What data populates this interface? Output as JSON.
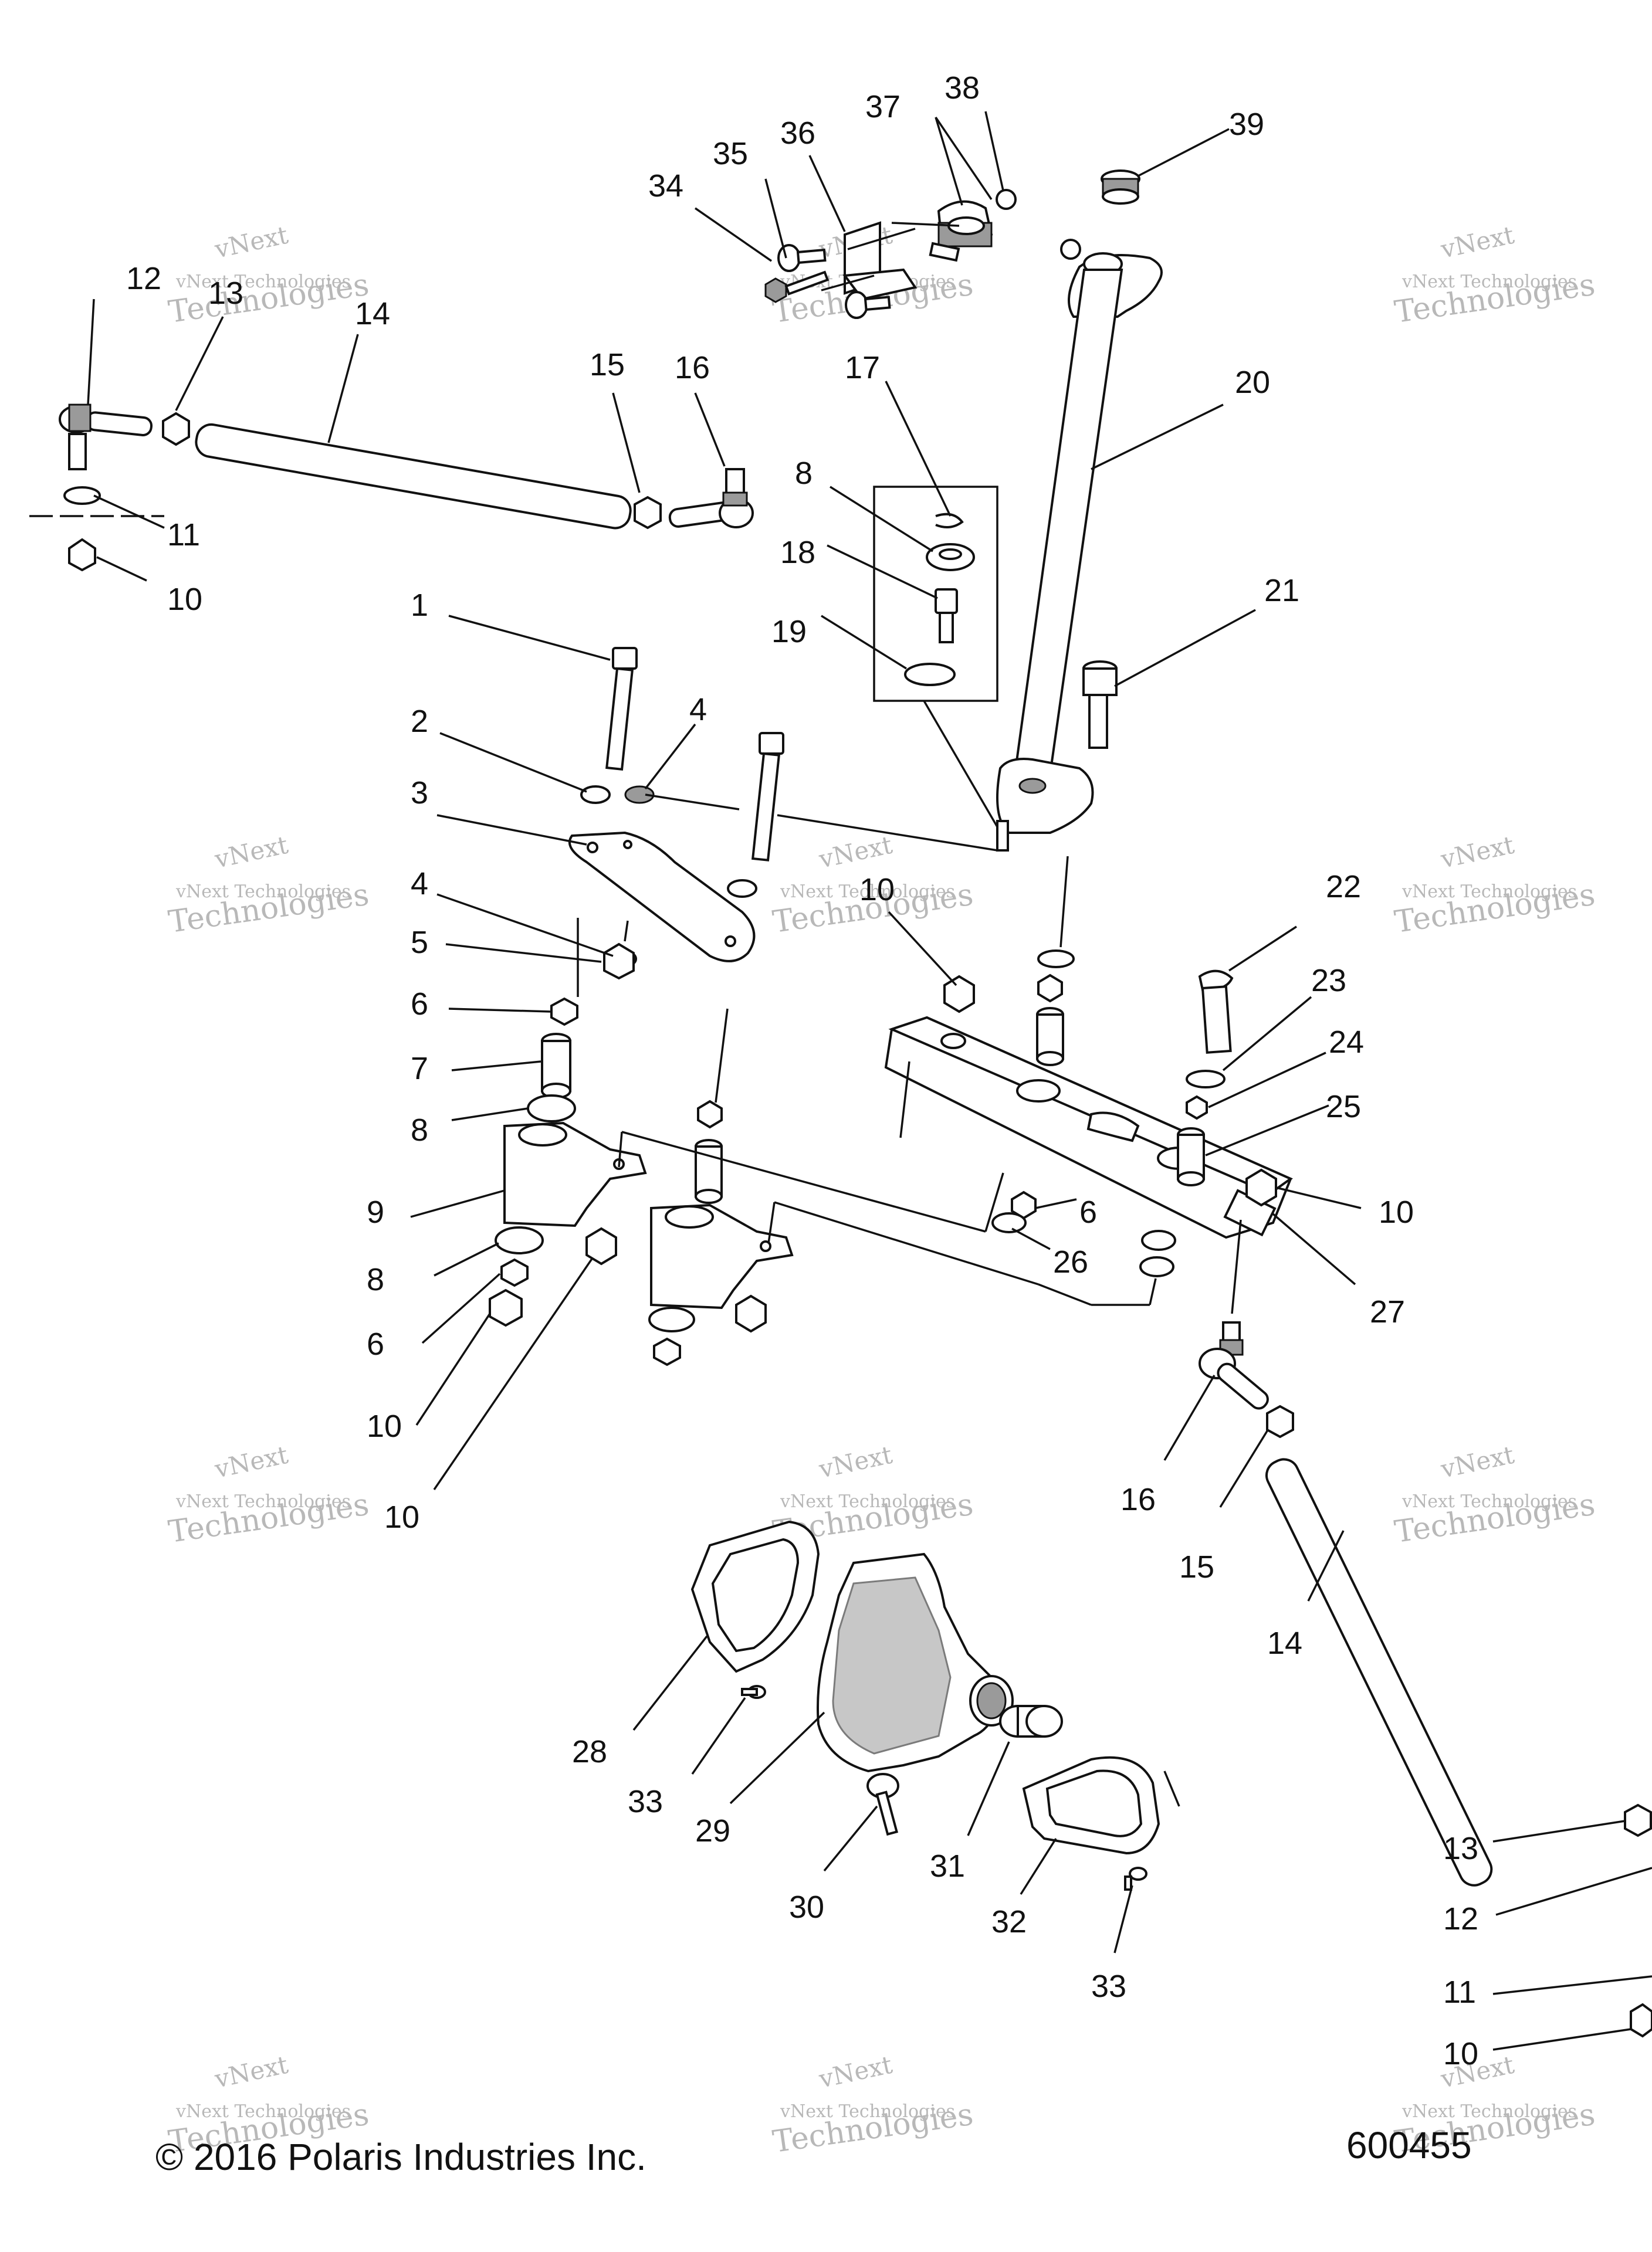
{
  "diagram": {
    "callouts": [
      "12",
      "13",
      "14",
      "15",
      "16",
      "11",
      "10",
      "1",
      "2",
      "4",
      "3",
      "4",
      "5",
      "6",
      "7",
      "8",
      "9",
      "8",
      "6",
      "10",
      "10",
      "34",
      "35",
      "36",
      "37",
      "38",
      "39",
      "17",
      "8",
      "18",
      "19",
      "20",
      "21",
      "10",
      "22",
      "23",
      "24",
      "25",
      "6",
      "10",
      "26",
      "27",
      "16",
      "15",
      "14",
      "28",
      "33",
      "29",
      "30",
      "31",
      "32",
      "33",
      "13",
      "12",
      "11",
      "10"
    ],
    "watermark_line1": "vNext Technologies",
    "watermark_line2": "Technologies",
    "watermark_top": "vNext",
    "copyright": "© 2016 Polaris Industries Inc.",
    "figure_number": "600455"
  }
}
